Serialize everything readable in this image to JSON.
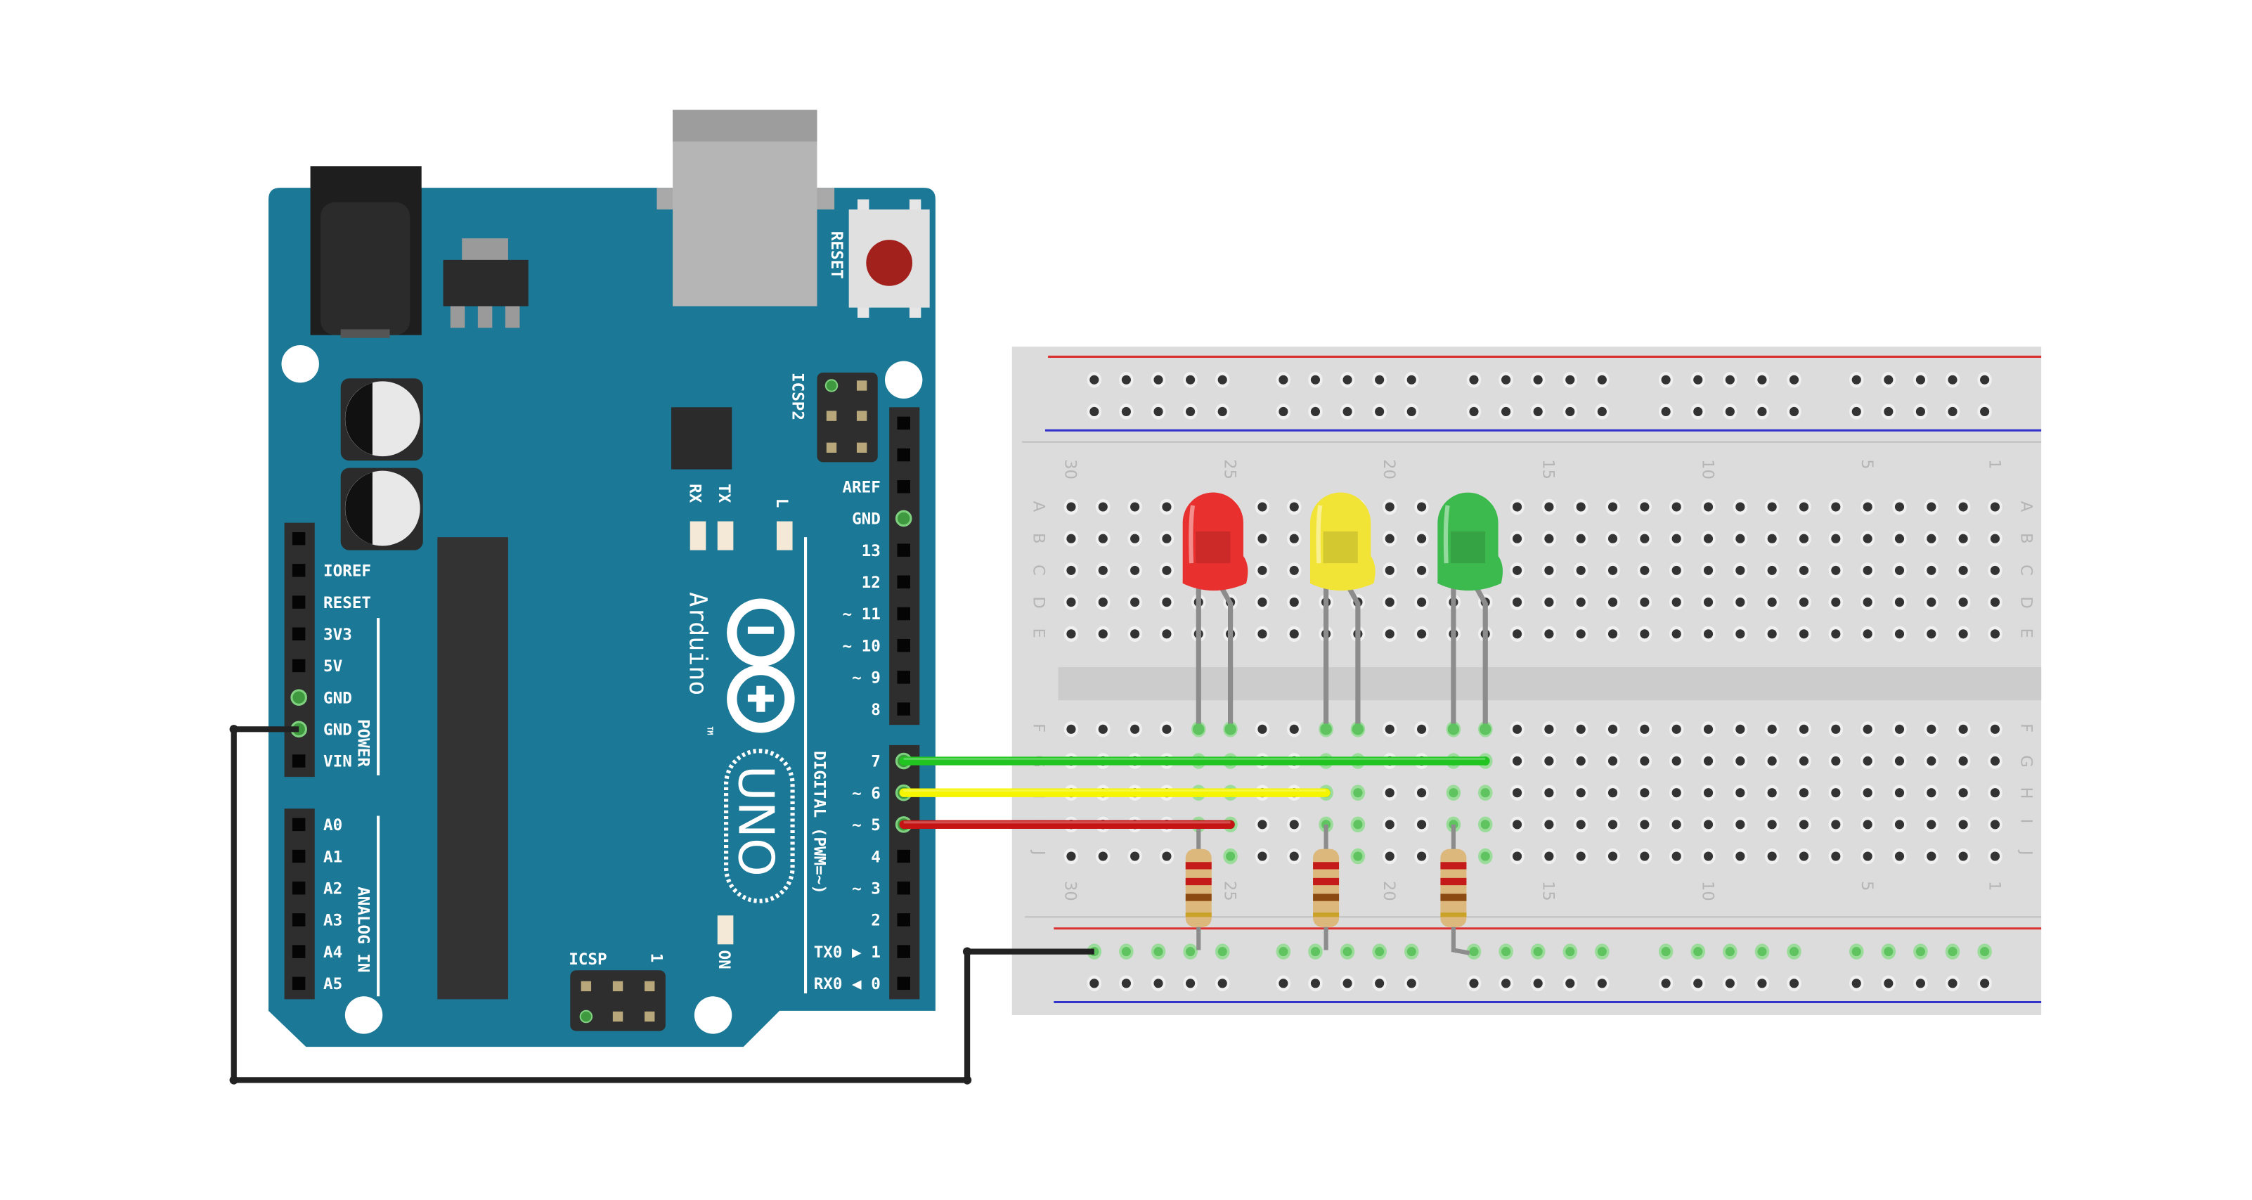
{
  "board": {
    "brand": "Arduino",
    "trademark": "TM",
    "model": "UNO",
    "reset_label": "RESET",
    "icsp2_label": "ICSP2",
    "icsp_label": "ICSP",
    "icsp_pin1": "1",
    "rx_label": "RX",
    "tx_label": "TX",
    "l_label": "L",
    "on_label": "ON",
    "power_label": "POWER",
    "analog_label": "ANALOG IN",
    "digital_label": "DIGITAL (PWM=~)",
    "power_pins": [
      "IOREF",
      "RESET",
      "3V3",
      "5V",
      "GND",
      "GND",
      "VIN"
    ],
    "analog_pins": [
      "A0",
      "A1",
      "A2",
      "A3",
      "A4",
      "A5"
    ],
    "digital_high_pins": [
      "AREF",
      "GND",
      "13",
      "12",
      "~ 11",
      "~ 10",
      "~ 9",
      "8"
    ],
    "digital_low_pins": [
      "7",
      "~ 6",
      "~ 5",
      "4",
      "~ 3",
      "2",
      "TX0 ▶ 1",
      "RX0 ◀ 0"
    ],
    "color": "#1b7896",
    "reset_button_color": "#a3211c"
  },
  "breadboard": {
    "column_numbers": [
      "30",
      "25",
      "20",
      "15",
      "10",
      "5",
      "1"
    ],
    "rows_top": [
      "A",
      "B",
      "C",
      "D",
      "E"
    ],
    "rows_bottom": [
      "F",
      "G",
      "H",
      "I",
      "J"
    ],
    "rail_positive_color": "#d93030",
    "rail_negative_color": "#3333cc"
  },
  "leds": [
    {
      "color": "red",
      "hex": "#e8302f"
    },
    {
      "color": "yellow",
      "hex": "#f2e437"
    },
    {
      "color": "green",
      "hex": "#3dba4e"
    }
  ],
  "wires": [
    {
      "from_pin": "7",
      "color": "#22c422"
    },
    {
      "from_pin": "~ 6",
      "color": "#f5f500"
    },
    {
      "from_pin": "~ 5",
      "color": "#c41414"
    },
    {
      "from_pin": "GND",
      "color": "#222222"
    }
  ],
  "resistor_bands": [
    "#c41a1a",
    "#c41a1a",
    "#8a4a12",
    "#c9a227"
  ]
}
